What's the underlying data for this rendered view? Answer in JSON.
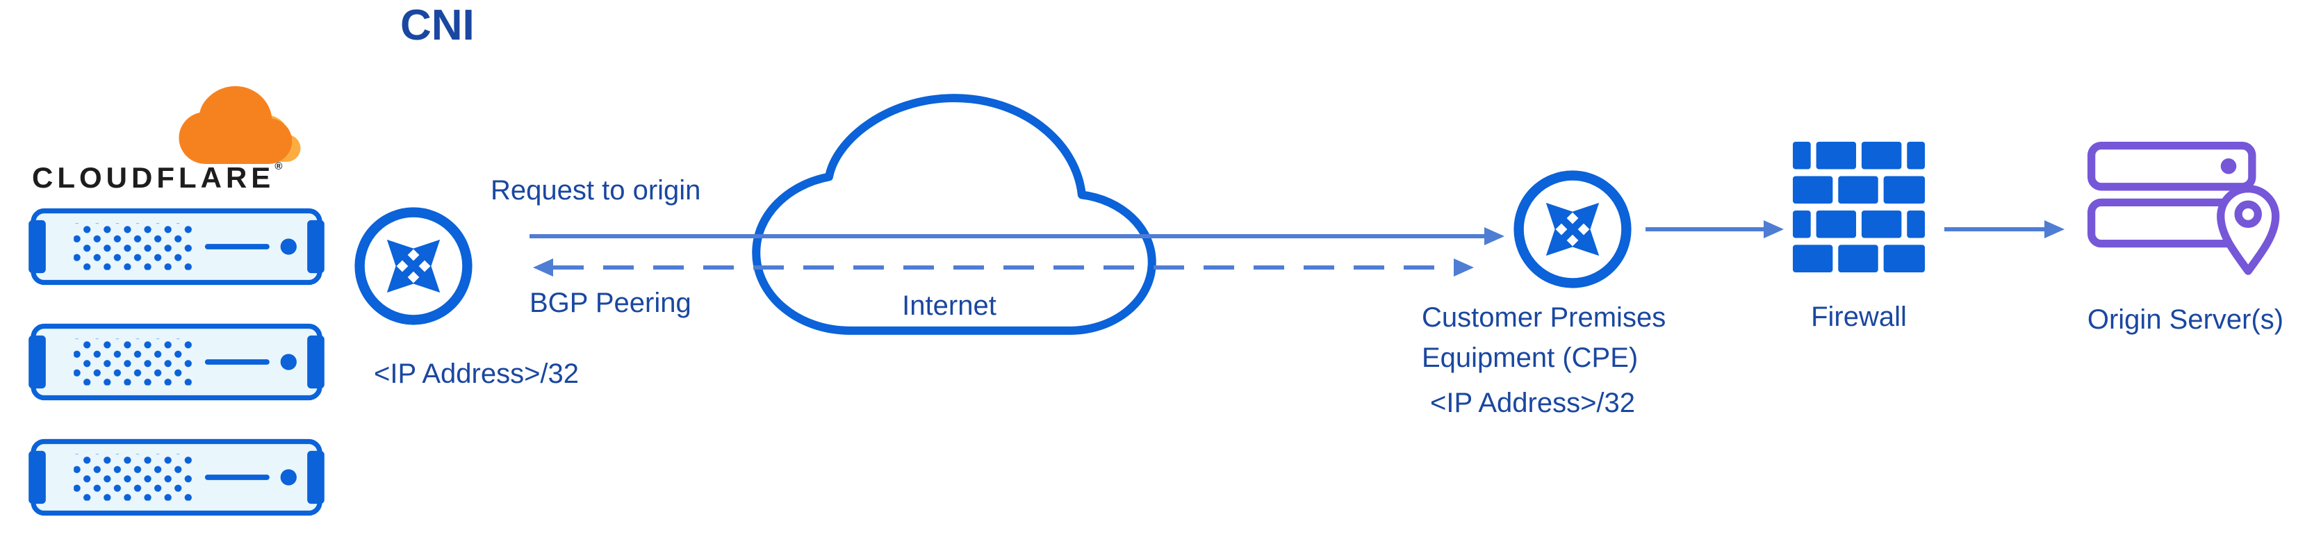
{
  "title": "CNI",
  "colors": {
    "icon_blue": "#0b62d9",
    "arrow_blue": "#4f7dd4",
    "text_blue": "#1a47a0",
    "purple": "#7557d8",
    "orange": "#f6821f",
    "orange_light": "#fbad41",
    "dark_text": "#1d1d1d",
    "server_fill": "#e9f6fc"
  },
  "cloudflare": {
    "wordmark": "CLOUDFLARE",
    "registered": "®"
  },
  "edges": {
    "request": {
      "label": "Request to origin"
    },
    "bgp": {
      "label": "BGP Peering"
    }
  },
  "nodes": {
    "cni_router": {
      "ip": "<IP Address>/32"
    },
    "internet": {
      "label": "Internet"
    },
    "cpe": {
      "label": "Customer Premises Equipment (CPE)",
      "ip": "<IP Address>/32"
    },
    "firewall": {
      "label": "Firewall"
    },
    "origin": {
      "label": "Origin Server(s)"
    }
  },
  "icons": {
    "cloudflare_logo": "cloudflare-cloud-logo",
    "server_rack": "server-rack",
    "cni_router": "router",
    "cpe_router": "router",
    "internet": "internet-cloud",
    "firewall": "brick-wall",
    "origin": "server-stack-with-location-pin"
  }
}
